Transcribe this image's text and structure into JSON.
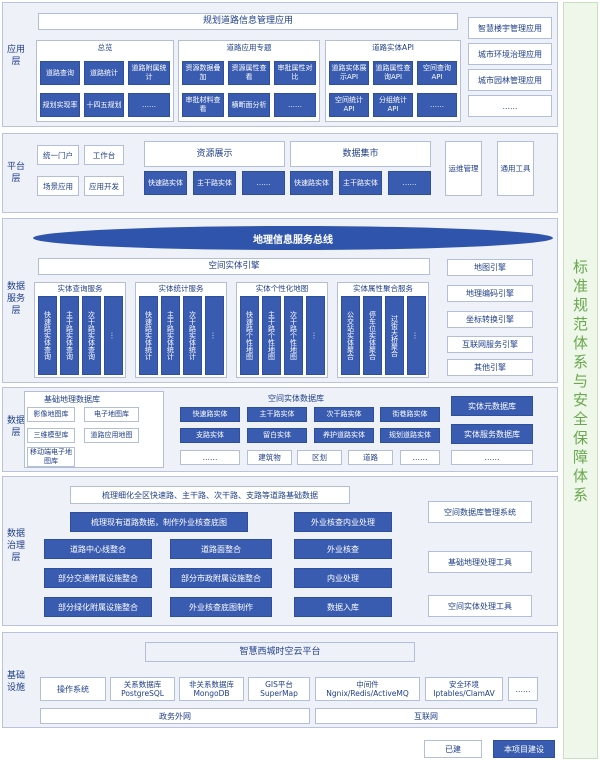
{
  "std": {
    "chars": [
      "标",
      "准",
      "规",
      "范",
      "体",
      "系",
      "与",
      "安",
      "全",
      "保",
      "障",
      "体",
      "系"
    ]
  },
  "app": {
    "label": [
      "应用",
      "层"
    ],
    "main_title": "规划道路信息管理应用",
    "group1": {
      "title": "总览",
      "items": [
        "道路查询",
        "道路统计",
        "道路附属统计",
        "规划实现率",
        "十四五规划",
        "……"
      ]
    },
    "group2": {
      "title": "道路应用专题",
      "items": [
        "资源数据叠加",
        "资源属性查看",
        "审批属性对比",
        "审批材料查看",
        "横断面分析",
        "……"
      ]
    },
    "group3": {
      "title": "道路实体API",
      "items": [
        "道路实体展示API",
        "道路属性查询API",
        "空间查询API",
        "空间统计API",
        "分组统计API",
        "……"
      ]
    },
    "side": [
      "智慧楼宇管理应用",
      "城市环境治理应用",
      "城市园林管理应用",
      "……"
    ]
  },
  "platform": {
    "label": [
      "平台",
      "层"
    ],
    "left": [
      "统一门户",
      "工作台",
      "场景应用",
      "应用开发"
    ],
    "res_title": "资源展示",
    "data_title": "数据集市",
    "tiles": [
      "快速路实体",
      "主干路实体",
      "……",
      "快速路实体",
      "主干路实体",
      "……"
    ],
    "right": [
      "运维管理",
      "通用工具"
    ]
  },
  "dataservice": {
    "label": [
      "数据",
      "服务",
      "层"
    ],
    "bus": "地理信息服务总线",
    "engine": "空间实体引擎",
    "groups": [
      {
        "title": "实体查询服务",
        "items": [
          "快速路实体查询",
          "主干路实体查询",
          "次干路实体查询",
          "…"
        ]
      },
      {
        "title": "实体统计服务",
        "items": [
          "快速路实体统计",
          "主干路实体统计",
          "次干路实体统计",
          "…"
        ]
      },
      {
        "title": "实体个性化地图",
        "items": [
          "快速路个性地图",
          "主干路个性地图",
          "次干路个性地图",
          "…"
        ]
      },
      {
        "title": "实体属性聚合服务",
        "items": [
          "公交站实体聚合",
          "停车位实体聚合",
          "过街天桥聚合",
          "…"
        ]
      }
    ],
    "right": [
      "地图引擎",
      "地理编码引擎",
      "坐标转换引擎",
      "互联网服务引擎",
      "其他引擎"
    ]
  },
  "data": {
    "label": [
      "数据",
      "层"
    ],
    "basic_title": "基础地理数据库",
    "basic": [
      "影像地图库",
      "电子地图库",
      "三维模型库",
      "道路应用地图",
      "移动端电子地图库"
    ],
    "spatial_title": "空间实体数据库",
    "spatial": [
      "快速路实体",
      "主干路实体",
      "次干路实体",
      "街巷路实体",
      "支路实体",
      "留白实体",
      "养护道路实体",
      "规划道路实体",
      "……",
      "建筑物",
      "区划",
      "道路",
      "……"
    ],
    "right": [
      "实体元数据库",
      "实体服务数据库",
      "……"
    ]
  },
  "gov": {
    "label": [
      "数据",
      "治理",
      "层"
    ],
    "top": "梳理细化全区快速路、主干路、次干路、支路等道路基础数据",
    "row1": [
      "梳理现有道路数据，制作外业核查底图",
      "外业核查内业处理"
    ],
    "rows": [
      "道路中心线整合",
      "道路面整合",
      "外业核查",
      "部分交通附属设施整合",
      "部分市政附属设施整合",
      "内业处理",
      "部分绿化附属设施整合",
      "外业核查底图制作",
      "数据入库"
    ],
    "right": [
      "空间数据库管理系统",
      "基础地理处理工具",
      "空间实体处理工具"
    ]
  },
  "infra": {
    "label": [
      "基础",
      "设施"
    ],
    "platform": "智慧西城时空云平台",
    "items": [
      "操作系统",
      "关系数据库PostgreSQL",
      "非关系数据库MongoDB",
      "GIS平台SuperMap",
      "中间件Ngnix/Redis/ActiveMQ",
      "安全环境Iptables/ClamAV",
      "……"
    ],
    "networks": [
      "政务外网",
      "互联网"
    ]
  },
  "legend": {
    "built": "已建",
    "this": "本项目建设"
  }
}
